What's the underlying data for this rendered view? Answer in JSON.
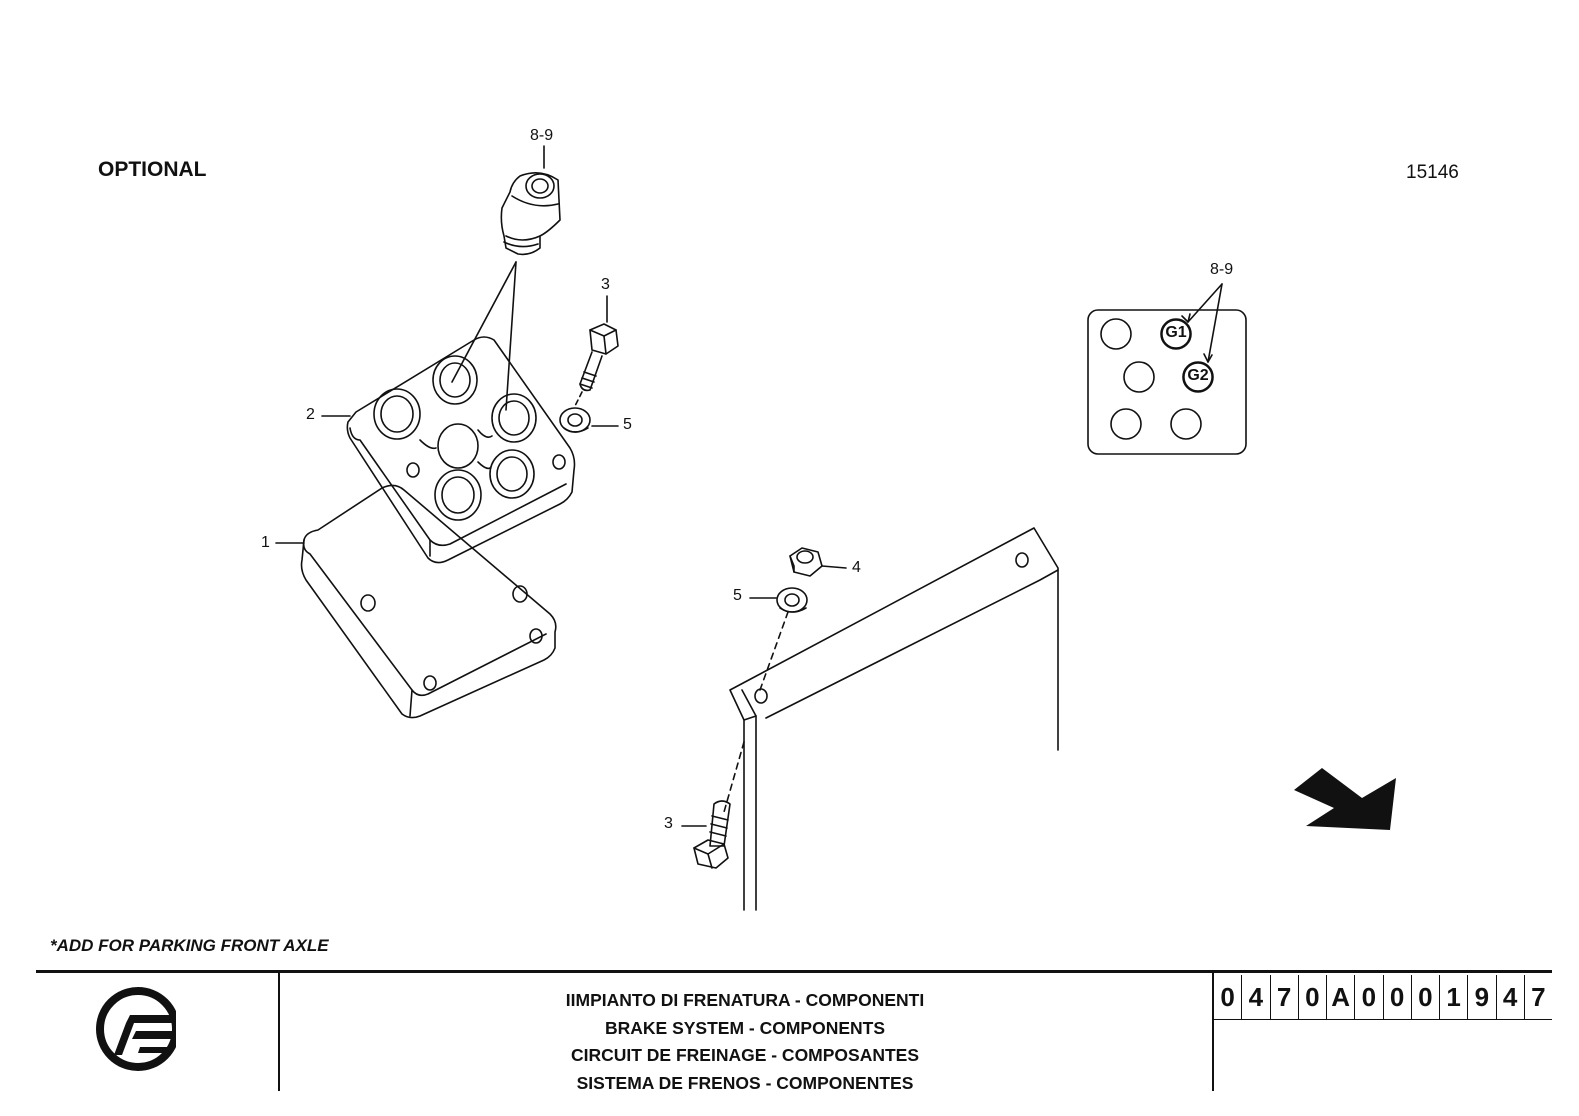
{
  "header": {
    "optional_label": "OPTIONAL",
    "drawing_number": "15146"
  },
  "callouts": {
    "top_fitting": "8-9",
    "bolt_upper": "3",
    "block_item": "2",
    "washer_upper": "5",
    "plate_item": "1",
    "inset_fittings": "8-9",
    "nut": "4",
    "washer_lower": "5",
    "bolt_lower": "3"
  },
  "inset": {
    "port_g1": "G1",
    "port_g2": "G2"
  },
  "note": "*ADD FOR PARKING FRONT AXLE",
  "title_block": {
    "titles": [
      "IIMPIANTO DI FRENATURA - COMPONENTI",
      "BRAKE SYSTEM - COMPONENTS",
      "CIRCUIT DE FREINAGE - COMPOSANTES",
      "SISTEMA DE FRENOS - COMPONENTES"
    ],
    "code_digits": [
      "0",
      "4",
      "7",
      "0",
      "A",
      "0",
      "0",
      "0",
      "1",
      "9",
      "4",
      "7"
    ]
  }
}
